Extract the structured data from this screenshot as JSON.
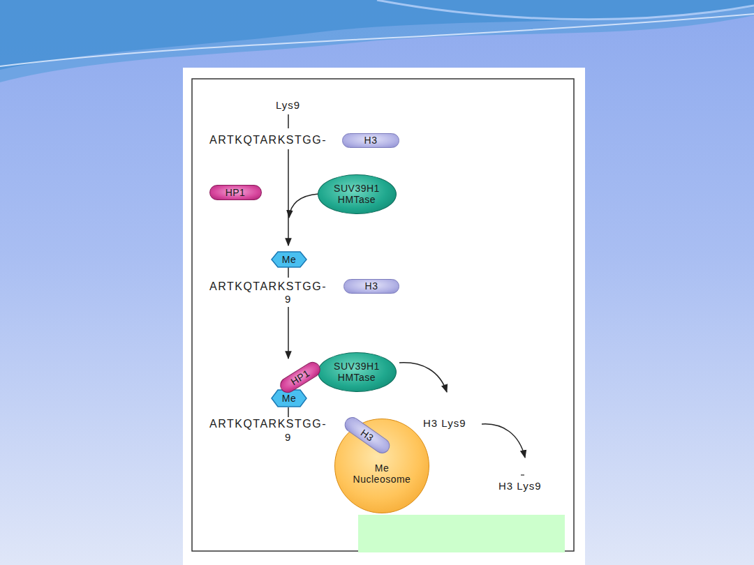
{
  "diagram": {
    "nodes": [
      {
        "text": [
          "H3"
        ]
      },
      {
        "text": [
          "HP1"
        ]
      },
      {
        "text": [
          "SUV39H1 HMTase"
        ]
      },
      {
        "text": [
          "Me"
        ]
      },
      {
        "text": [
          "H3"
        ]
      },
      {
        "text": [
          "HP1"
        ]
      },
      {
        "text": [
          "SUV39H1 HMTase"
        ]
      },
      {
        "text": [
          "Me"
        ]
      },
      {
        "text": [
          "Me Nucleosome"
        ]
      },
      {
        "text": [
          "H3"
        ]
      }
    ],
    "labels": [
      "Lys9",
      "ARTKQTARKSTGG-",
      "ARTKQTARKSTGG-",
      "9",
      "ARTKQTARKSTGG-",
      "9",
      "H3 Lys9",
      "H3 Lys9"
    ]
  }
}
